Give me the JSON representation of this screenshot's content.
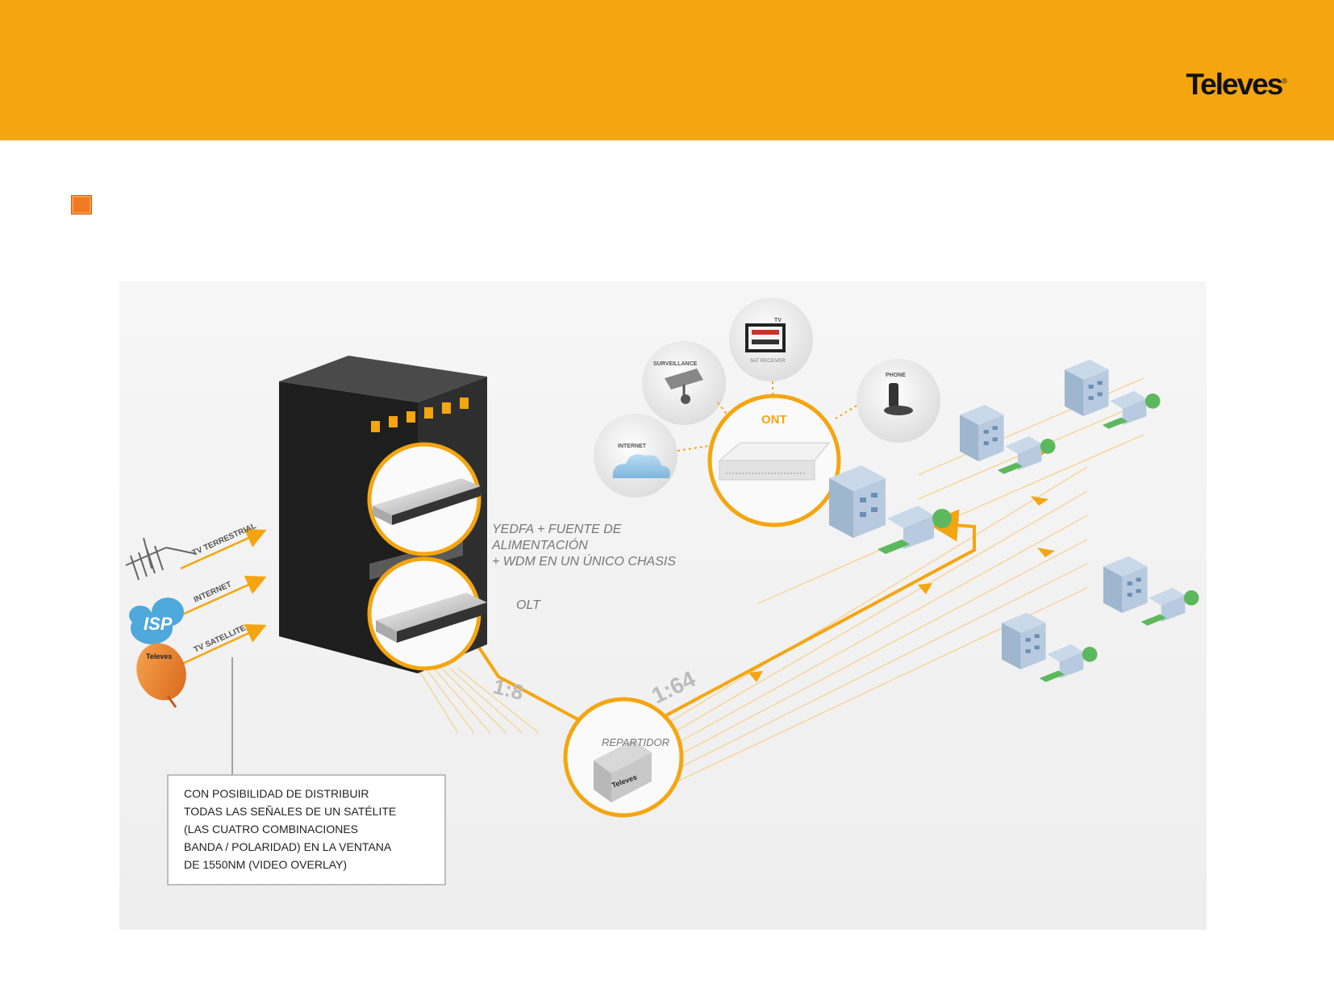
{
  "header": {
    "logo_text": "Televes",
    "logo_mark": "®"
  },
  "diagram": {
    "inputs": [
      "TV TERRESTRIAL",
      "INTERNET",
      "TV SATELLITE"
    ],
    "isp_label": "ISP",
    "dish_brand": "Televes",
    "yedfa_lines": [
      "YEDFA + FUENTE DE",
      "ALIMENTACIÓN",
      "+ WDM EN UN ÚNICO CHASIS"
    ],
    "olt_label": "OLT",
    "ratio_1": "1:8",
    "ratio_2": "1:64",
    "repartidor_label": "REPARTIDOR",
    "repartidor_brand": "Televes",
    "ont_label": "ONT",
    "services": {
      "internet": "INTERNET",
      "surveillance": "SURVEILLANCE",
      "tv": "TV",
      "tv_sub": "SAT RECEIVER",
      "phone": "PHONE"
    },
    "note_lines": [
      "CON POSIBILIDAD DE DISTRIBUIR",
      "TODAS LAS SEÑALES DE UN SATÉLITE",
      "(LAS CUATRO COMBINACIONES",
      "BANDA / POLARIDAD) EN LA VENTANA",
      "DE 1550NM (VIDEO OVERLAY)"
    ],
    "colors": {
      "orange": "#f5a510",
      "accent": "#f07a22",
      "background": "#f3f3f3"
    }
  }
}
